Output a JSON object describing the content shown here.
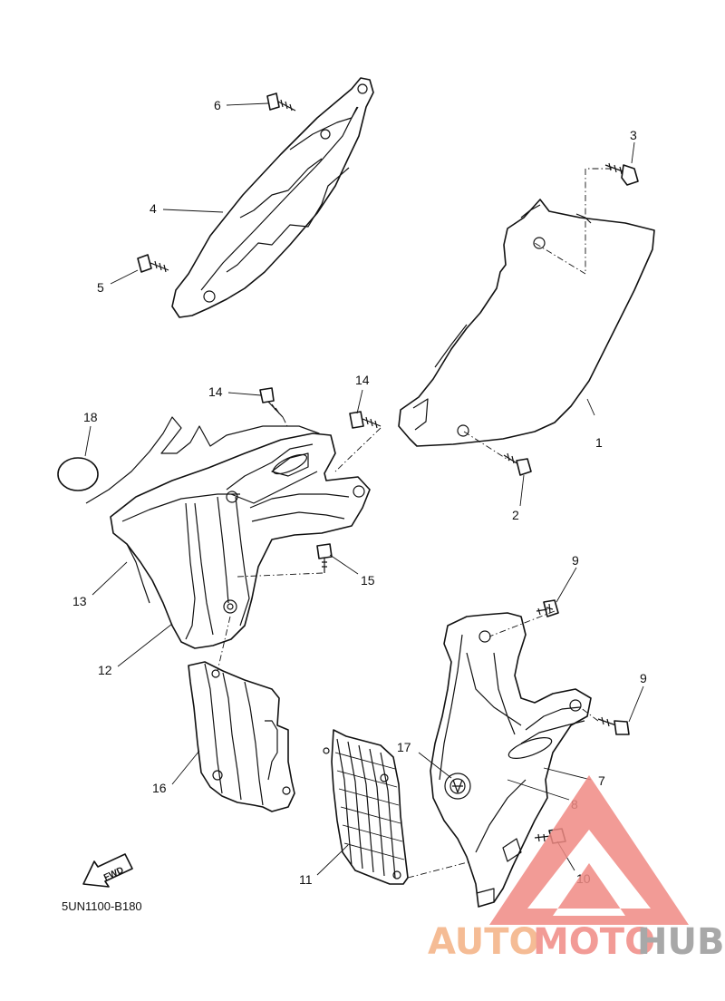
{
  "diagram": {
    "part_code": "5UN1100-B180",
    "fwd_label": "FWD",
    "callouts": {
      "c1": "1",
      "c2": "2",
      "c3": "3",
      "c4": "4",
      "c5": "5",
      "c6": "6",
      "c7": "7",
      "c8": "8",
      "c9a": "9",
      "c9b": "9",
      "c10": "10",
      "c11": "11",
      "c12": "12",
      "c13": "13",
      "c14a": "14",
      "c14b": "14",
      "c15": "15",
      "c16": "16",
      "c17": "17",
      "c18": "18"
    }
  },
  "watermark": {
    "text_a": "AUTO",
    "text_b": "MOTO",
    "text_c": "HUB",
    "color_a": "#f4b183",
    "color_b": "#f08a84",
    "color_c": "#9a9a9a",
    "triangle_color": "#f08a84"
  }
}
